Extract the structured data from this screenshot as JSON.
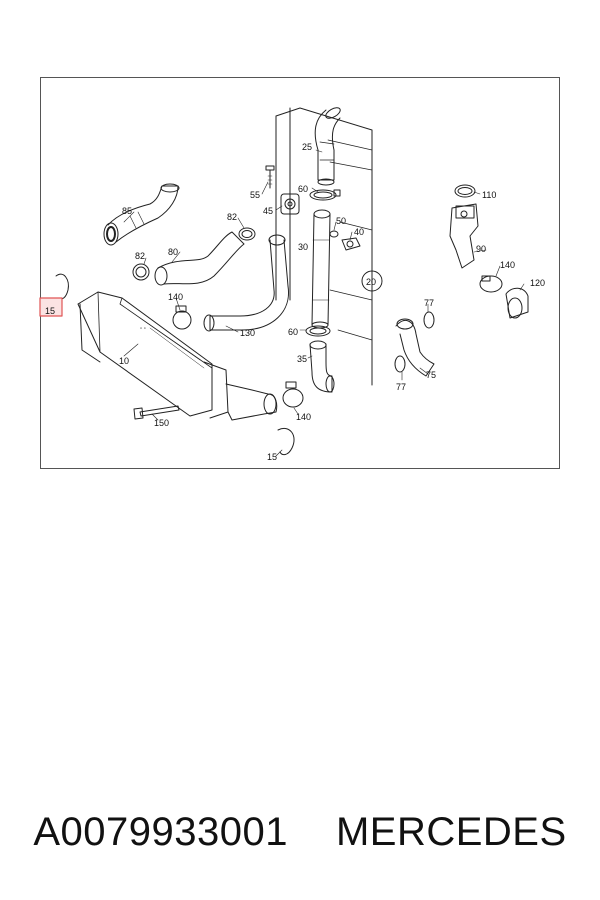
{
  "callouts": {
    "c25": "25",
    "c55": "55",
    "c60a": "60",
    "c110": "110",
    "c85": "85",
    "c45": "45",
    "c82a": "82",
    "c50": "50",
    "c40": "40",
    "c80": "80",
    "c30": "30",
    "c82b": "82",
    "c90": "90",
    "c140a": "140",
    "c120": "120",
    "c20": "20",
    "c140b": "140",
    "c77a": "77",
    "c15a": "15",
    "c130": "130",
    "c60b": "60",
    "c10": "10",
    "c35": "35",
    "c75": "75",
    "c77b": "77",
    "c150": "150",
    "c140c": "140",
    "c15b": "15"
  },
  "footer": {
    "part_number": "A0079933001",
    "brand": "MERCEDES"
  },
  "colors": {
    "line": "#222222",
    "highlight": "#e05555",
    "highlight_fill": "#fbe3e3"
  }
}
